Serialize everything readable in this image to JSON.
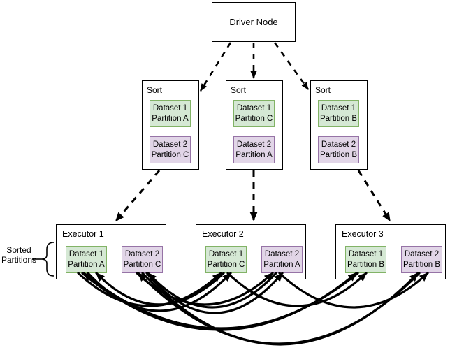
{
  "colors": {
    "green_fill": "#d5e8d4",
    "green_border": "#82b366",
    "purple_fill": "#e1d5e7",
    "purple_border": "#9673a6",
    "line": "#000000",
    "background": "#ffffff"
  },
  "driver": {
    "label": "Driver Node"
  },
  "annotation": {
    "line1": "Sorted",
    "line2": "Partitions"
  },
  "sort_nodes": [
    {
      "title": "Sort",
      "partitions": [
        {
          "line1": "Dataset 1",
          "line2": "Partition A"
        },
        {
          "line1": "Dataset 2",
          "line2": "Partition C"
        }
      ]
    },
    {
      "title": "Sort",
      "partitions": [
        {
          "line1": "Dataset 1",
          "line2": "Partition C"
        },
        {
          "line1": "Dataset 2",
          "line2": "Partition A"
        }
      ]
    },
    {
      "title": "Sort",
      "partitions": [
        {
          "line1": "Dataset 1",
          "line2": "Partition B"
        },
        {
          "line1": "Dataset 2",
          "line2": "Partition B"
        }
      ]
    }
  ],
  "executors": [
    {
      "title": "Executor 1",
      "partitions": [
        {
          "line1": "Dataset 1",
          "line2": "Partition A"
        },
        {
          "line1": "Dataset 2",
          "line2": "Partition C"
        }
      ]
    },
    {
      "title": "Executor 2",
      "partitions": [
        {
          "line1": "Dataset 1",
          "line2": "Partition C"
        },
        {
          "line1": "Dataset 2",
          "line2": "Partition A"
        }
      ]
    },
    {
      "title": "Executor 3",
      "partitions": [
        {
          "line1": "Dataset 1",
          "line2": "Partition B"
        },
        {
          "line1": "Dataset 2",
          "line2": "Partition B"
        }
      ]
    }
  ]
}
